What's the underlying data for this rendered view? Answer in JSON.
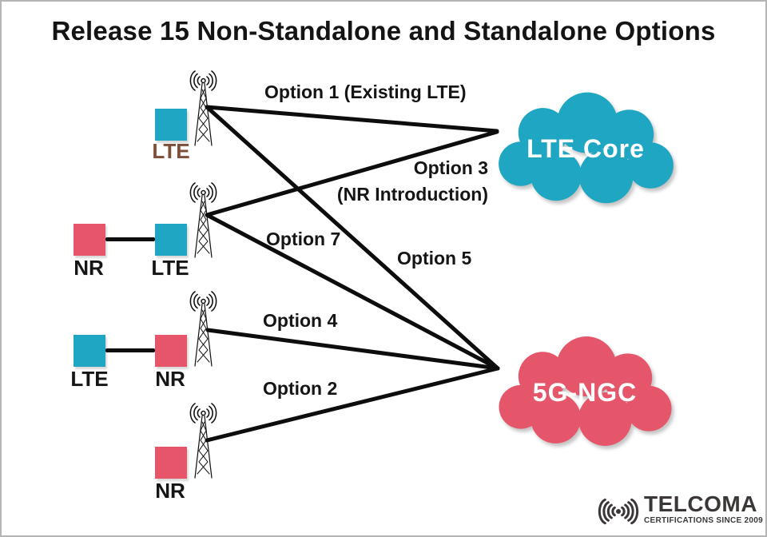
{
  "title": "Release 15 Non-Standalone and Standalone Options",
  "colors": {
    "teal": "#1ea6c3",
    "pink": "#e6556a",
    "brown_label": "#7d4e39",
    "line": "#0d0d0d",
    "logo_gray": "#3b3737"
  },
  "cell_sites": [
    {
      "id": "site-1",
      "squares": [
        {
          "label": "LTE",
          "fill": "teal",
          "label_color": "brown"
        }
      ]
    },
    {
      "id": "site-2",
      "squares": [
        {
          "label": "NR",
          "fill": "pink"
        },
        {
          "label": "LTE",
          "fill": "teal"
        }
      ]
    },
    {
      "id": "site-3",
      "squares": [
        {
          "label": "LTE",
          "fill": "teal"
        },
        {
          "label": "NR",
          "fill": "pink"
        }
      ]
    },
    {
      "id": "site-4",
      "squares": [
        {
          "label": "NR",
          "fill": "pink"
        }
      ]
    }
  ],
  "cores": [
    {
      "id": "lte-core",
      "label": "LTE Core",
      "color": "#1ea6c3"
    },
    {
      "id": "5g-ngc",
      "label": "5G-NGC",
      "color": "#e6566b"
    }
  ],
  "options": {
    "opt1": "Option 1 (Existing LTE)",
    "opt3": "Option 3",
    "opt3_sub": "(NR Introduction)",
    "opt7": "Option 7",
    "opt5": "Option 5",
    "opt4": "Option 4",
    "opt2": "Option 2"
  },
  "connections": [
    {
      "from": "site-1",
      "to": "LTE Core",
      "option": "Option 1 (Existing LTE)"
    },
    {
      "from": "site-2",
      "to": "LTE Core",
      "option": "Option 3 (NR Introduction)"
    },
    {
      "from": "site-1",
      "to": "5G-NGC",
      "option": "Option 5"
    },
    {
      "from": "site-2",
      "to": "5G-NGC",
      "option": "Option 7"
    },
    {
      "from": "site-3",
      "to": "5G-NGC",
      "option": "Option 4"
    },
    {
      "from": "site-4",
      "to": "5G-NGC",
      "option": "Option 2"
    }
  ],
  "logo": {
    "brand": "TELCOMA",
    "tagline": "CERTIFICATIONS SINCE 2009"
  }
}
